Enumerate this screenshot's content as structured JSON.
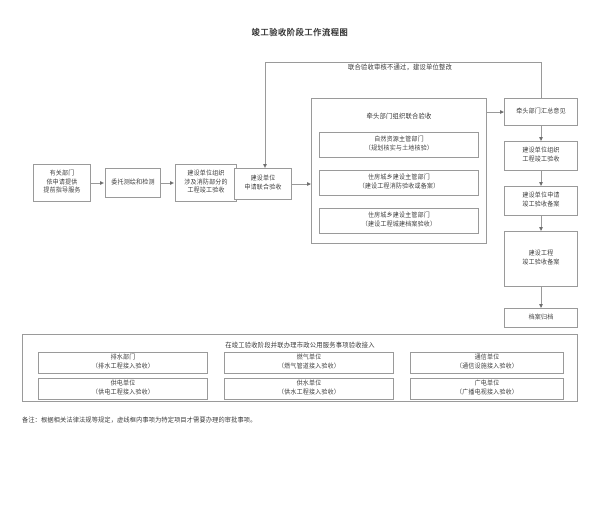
{
  "document": {
    "title": "竣工验收阶段工作流程图",
    "footnote": "备注：根据相关法律法规等规定，虚线框内事项为特定项目才需要办理的审批事项。"
  },
  "feedback": {
    "label": "联合验收审核不通过，建设单位整改"
  },
  "main_flow": {
    "nodes": [
      {
        "id": "advance-guidance",
        "lines": [
          "有关部门",
          "依申请提供",
          "提前指导服务"
        ]
      },
      {
        "id": "survey-test",
        "lines": [
          "委托测绘和检测"
        ]
      },
      {
        "id": "fire-acceptance",
        "lines": [
          "建设单位组织",
          "涉及消防部分的",
          "工程竣工验收"
        ]
      },
      {
        "id": "apply-joint",
        "lines": [
          "建设单位",
          "申请联合验收"
        ]
      }
    ]
  },
  "joint_group": {
    "title": "牵头部门组织联合验收",
    "items": [
      {
        "id": "natural-resources",
        "lines": [
          "自然资源主管部门",
          "（规划核实与土地核验）"
        ]
      },
      {
        "id": "housing-fire",
        "lines": [
          "住房城乡建设主管部门",
          "（建设工程消防验收或备案）"
        ]
      },
      {
        "id": "housing-archive",
        "lines": [
          "住房城乡建设主管部门",
          "（建设工程城建档案验收）"
        ]
      }
    ]
  },
  "right_column": {
    "nodes": [
      {
        "id": "lead-summary",
        "lines": [
          "牵头部门汇总意见"
        ]
      },
      {
        "id": "owner-organize",
        "lines": [
          "建设单位组织",
          "工程竣工验收"
        ]
      },
      {
        "id": "owner-filing-apply",
        "lines": [
          "建设单位申请",
          "竣工验收备案"
        ]
      },
      {
        "id": "project-filing",
        "lines": [
          "建设工程",
          "竣工验收备案"
        ]
      },
      {
        "id": "archive",
        "lines": [
          "档案归档"
        ]
      }
    ]
  },
  "utilities_panel": {
    "title": "在竣工验收阶段并联办理市政公用服务事项验收接入",
    "items": [
      {
        "id": "drainage",
        "lines": [
          "排水部门",
          "（排水工程接入验收）"
        ]
      },
      {
        "id": "gas",
        "lines": [
          "燃气单位",
          "（燃气管道接入验收）"
        ]
      },
      {
        "id": "telecom",
        "lines": [
          "通信单位",
          "（通信设施接入验收）"
        ]
      },
      {
        "id": "power",
        "lines": [
          "供电单位",
          "（供电工程接入验收）"
        ]
      },
      {
        "id": "water",
        "lines": [
          "供水单位",
          "（供水工程接入验收）"
        ]
      },
      {
        "id": "broadcast",
        "lines": [
          "广电单位",
          "（广播电视接入验收）"
        ]
      }
    ]
  },
  "colors": {
    "border": "#9a9a9a",
    "text": "#3d3d3d",
    "background": "#ffffff"
  }
}
